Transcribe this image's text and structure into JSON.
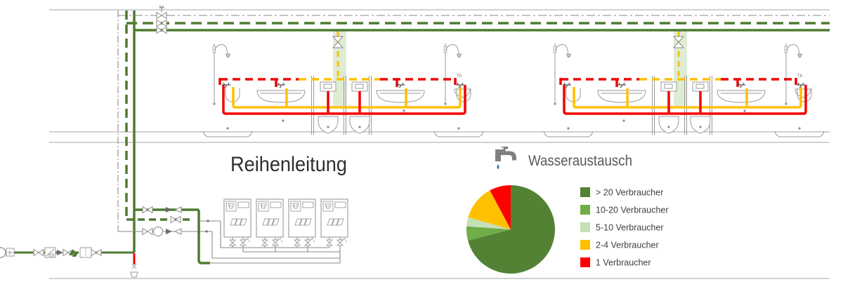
{
  "section_labels": {
    "pipe_diagram_title": "Reihenleitung",
    "chart_title": "Wasseraustausch"
  },
  "fixture_labels": {
    "thermostat_tag": "Th"
  },
  "legend": {
    "position": "right",
    "items": [
      {
        "label": "> 20 Verbraucher",
        "color": "#548235"
      },
      {
        "label": "10-20 Verbraucher",
        "color": "#70ad47"
      },
      {
        "label": "5-10 Verbraucher",
        "color": "#c5e0b4"
      },
      {
        "label": "2-4 Verbraucher",
        "color": "#ffc000"
      },
      {
        "label": "1 Verbraucher",
        "color": "#ff0000"
      }
    ]
  },
  "chart_data": {
    "type": "pie",
    "title": "Wasseraustausch",
    "categories": [
      "> 20 Verbraucher",
      "10-20 Verbraucher",
      "5-10 Verbraucher",
      "2-4 Verbraucher",
      "1 Verbraucher"
    ],
    "values": [
      70.9,
      5.2,
      3.3,
      12.8,
      7.8
    ],
    "colors": [
      "#548235",
      "#70ad47",
      "#c5e0b4",
      "#ffc000",
      "#ff0000"
    ],
    "legend_position": "right",
    "center": [
      727,
      327
    ],
    "radius": 63,
    "start_angle_deg": 0,
    "direction": "clockwise"
  },
  "diagram": {
    "colors": {
      "cold_water_pipe": "#4f7b31",
      "warm_water_pipe": "#ffc000",
      "hot_water_pipe": "#f40000",
      "circulation_line": "#8a8a8a",
      "riser_zone_highlight": "#dcead0",
      "water_drop": "#2e75b6"
    },
    "counts": {
      "fixture_groups": 2,
      "showers_per_group": 2,
      "washbasins_per_group": 3,
      "urinals_per_group": 2,
      "water_heaters": 4
    }
  }
}
